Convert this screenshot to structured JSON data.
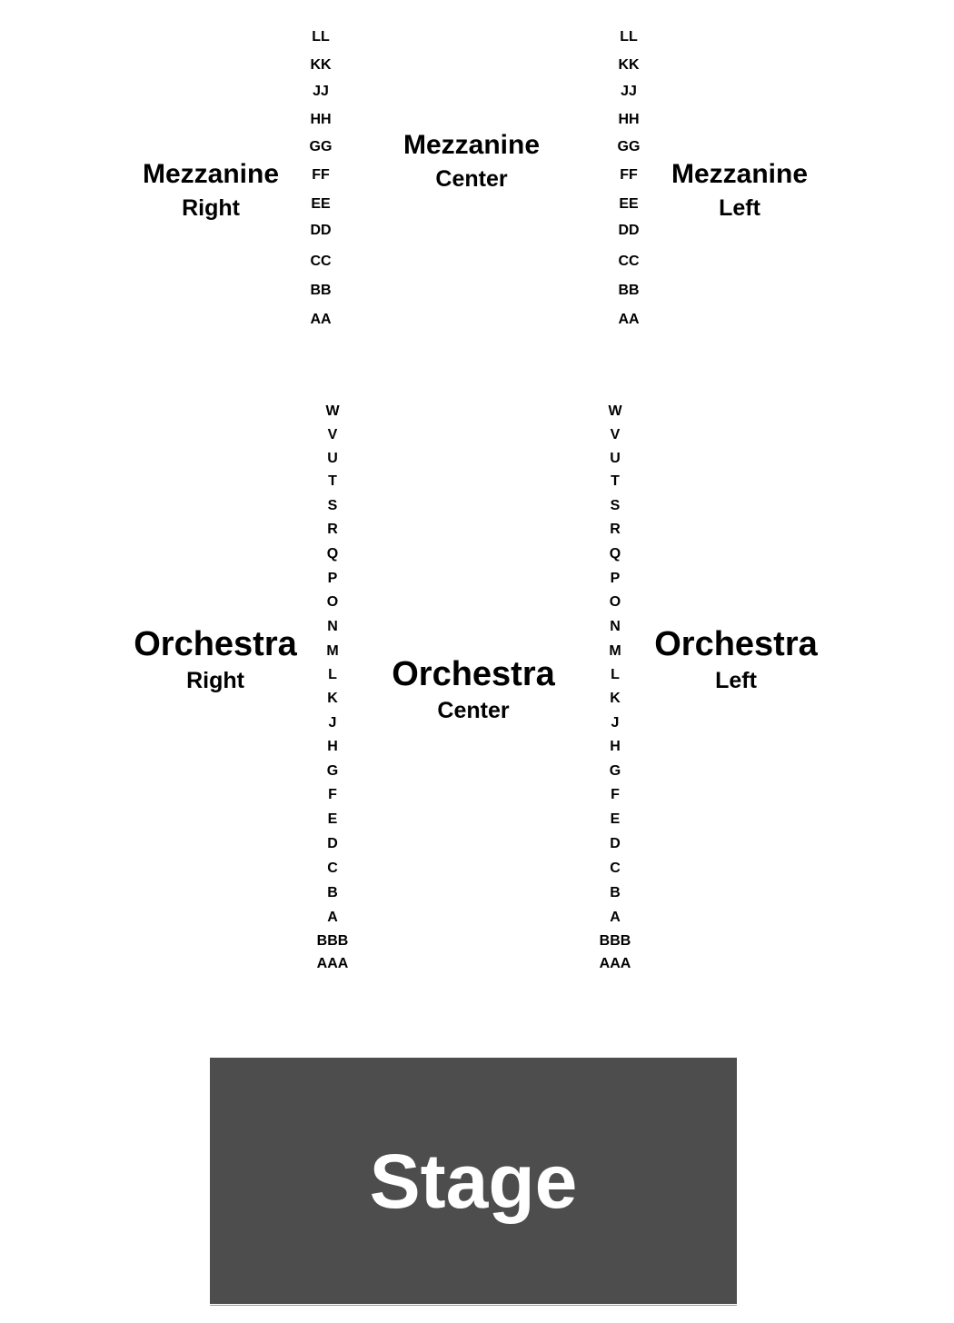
{
  "sections": {
    "mezzanine_right": {
      "name": "Mezzanine",
      "position": "Right"
    },
    "mezzanine_center": {
      "name": "Mezzanine",
      "position": "Center"
    },
    "mezzanine_left": {
      "name": "Mezzanine",
      "position": "Left"
    },
    "orchestra_right": {
      "name": "Orchestra",
      "position": "Right"
    },
    "orchestra_center": {
      "name": "Orchestra",
      "position": "Center"
    },
    "orchestra_left": {
      "name": "Orchestra",
      "position": "Left"
    }
  },
  "mezzanine_rows": [
    "LL",
    "KK",
    "JJ",
    "HH",
    "GG",
    "FF",
    "EE",
    "DD",
    "CC",
    "BB",
    "AA"
  ],
  "orchestra_rows": [
    "W",
    "V",
    "U",
    "T",
    "S",
    "R",
    "Q",
    "P",
    "O",
    "N",
    "M",
    "L",
    "K",
    "J",
    "H",
    "G",
    "F",
    "E",
    "D",
    "C",
    "B",
    "A",
    "BBB",
    "AAA"
  ],
  "stage": {
    "label": "Stage",
    "color": "#4d4d4d",
    "label_color": "#ffffff"
  }
}
